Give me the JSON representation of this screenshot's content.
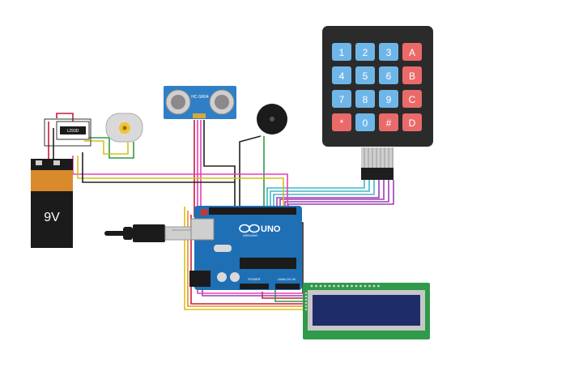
{
  "colors": {
    "keypad_blue": "#6fb6e8",
    "keypad_red": "#ea6a6a",
    "arduino_blue": "#1f6fb5",
    "lcd_green": "#2e9a4a",
    "lcd_screen": "#1e2d6a"
  },
  "keypad": {
    "keys": [
      {
        "label": "1",
        "color": "blue"
      },
      {
        "label": "2",
        "color": "blue"
      },
      {
        "label": "3",
        "color": "blue"
      },
      {
        "label": "A",
        "color": "red"
      },
      {
        "label": "4",
        "color": "blue"
      },
      {
        "label": "5",
        "color": "blue"
      },
      {
        "label": "6",
        "color": "blue"
      },
      {
        "label": "B",
        "color": "red"
      },
      {
        "label": "7",
        "color": "blue"
      },
      {
        "label": "8",
        "color": "blue"
      },
      {
        "label": "9",
        "color": "blue"
      },
      {
        "label": "C",
        "color": "red"
      },
      {
        "label": "*",
        "color": "red"
      },
      {
        "label": "0",
        "color": "blue"
      },
      {
        "label": "#",
        "color": "red"
      },
      {
        "label": "D",
        "color": "red"
      }
    ]
  },
  "battery": {
    "label": "9V",
    "plus": "+",
    "minus": "−"
  },
  "ultrasonic": {
    "label": "HC-SR04"
  },
  "motor_driver": {
    "label": "L293D"
  },
  "arduino": {
    "brand": "ARDUINO",
    "model": "UNO",
    "power": "POWER",
    "analog": "ANALOG IN"
  },
  "icons": {
    "usb": "usb-cable-icon",
    "buzzer": "buzzer-icon",
    "motor": "dc-motor-icon",
    "infinity_logo": "arduino-logo-icon"
  }
}
